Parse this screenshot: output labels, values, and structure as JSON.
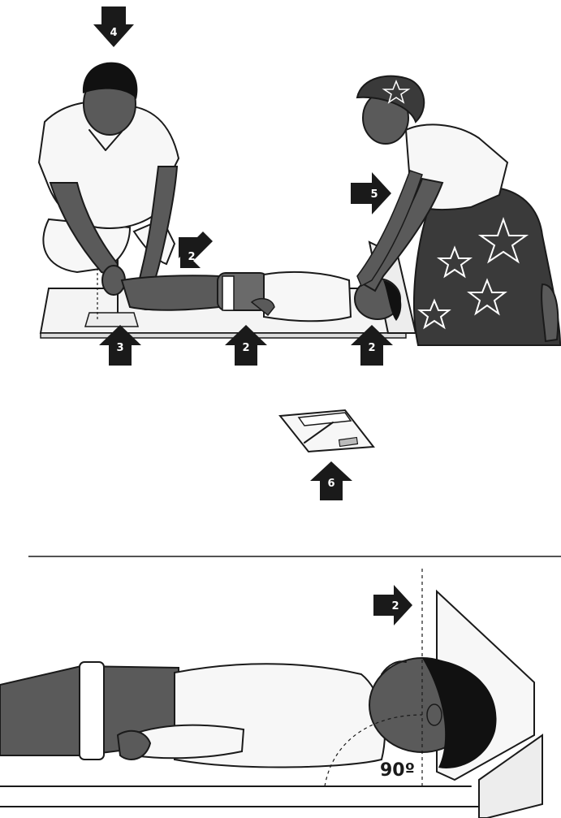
{
  "colors": {
    "ink": "#1a1a1a",
    "skin": "#5a5a5a",
    "hair": "#111111",
    "board": "#f4f4f4",
    "paper": "#ffffff",
    "shirt": "#f7f7f7",
    "shorts": "#6a6a6a",
    "skirt": "#3a3a3a"
  },
  "icons": [
    "arrow-down-icon",
    "arrow-up-icon",
    "arrow-right-icon",
    "arrow-down-left-icon",
    "star-icon",
    "angle-arc-icon"
  ],
  "upper_panel": {
    "arrows": [
      {
        "label": "4",
        "direction": "down"
      },
      {
        "label": "2",
        "direction": "down-left"
      },
      {
        "label": "5",
        "direction": "right"
      },
      {
        "label": "3",
        "direction": "up"
      },
      {
        "label": "2",
        "direction": "up"
      },
      {
        "label": "2",
        "direction": "up"
      }
    ]
  },
  "footpiece_detail": {
    "arrows": [
      {
        "label": "6",
        "direction": "up"
      }
    ]
  },
  "lower_panel": {
    "arrows": [
      {
        "label": "2",
        "direction": "right"
      }
    ],
    "angle_label": "90º"
  }
}
